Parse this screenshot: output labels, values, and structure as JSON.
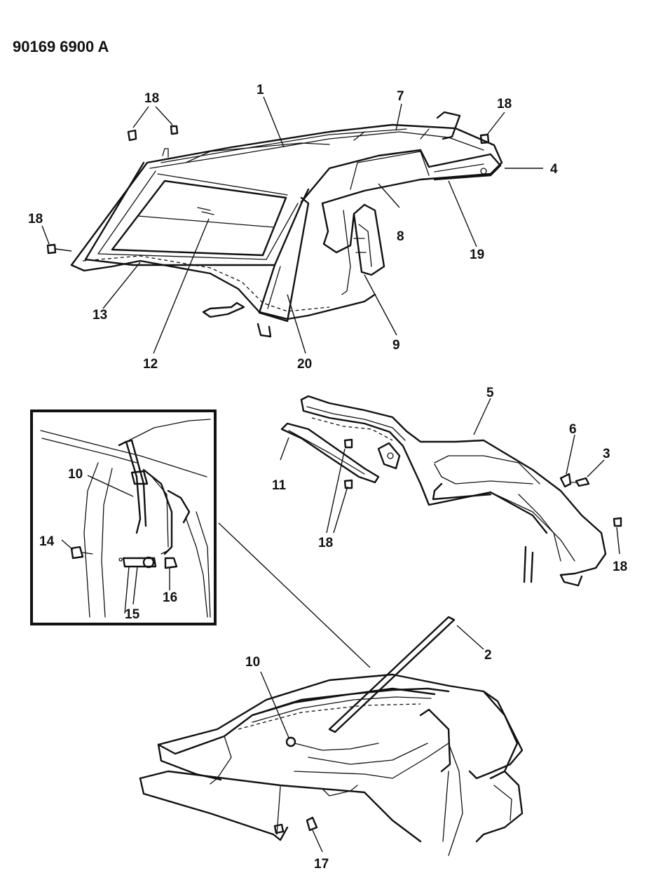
{
  "header": {
    "code": "90169 6900 A"
  },
  "callouts": {
    "c1": "1",
    "c2": "2",
    "c3": "3",
    "c4": "4",
    "c5": "5",
    "c6": "6",
    "c7": "7",
    "c8": "8",
    "c9": "9",
    "c10a": "10",
    "c10b": "10",
    "c11": "11",
    "c12": "12",
    "c13": "13",
    "c14": "14",
    "c15": "15",
    "c16": "16",
    "c17": "17",
    "c18a": "18",
    "c18b": "18",
    "c18c": "18",
    "c18d": "18",
    "c18e": "18",
    "c19": "19",
    "c20": "20"
  },
  "colors": {
    "line": "#111111",
    "background": "#ffffff"
  }
}
